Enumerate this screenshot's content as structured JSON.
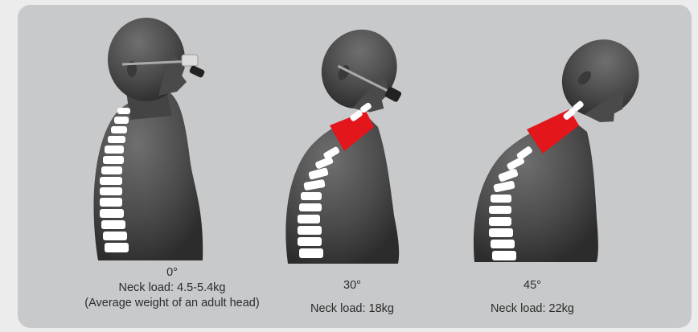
{
  "panels": [
    {
      "angle": "0°",
      "load_text": "Neck load: 4.5-5.4kg",
      "note": "(Average weight of an adult head)",
      "neck_highlight": false,
      "glasses": "raised"
    },
    {
      "angle": "30°",
      "load_text": "Neck load: 18kg",
      "neck_highlight": true,
      "glasses": "worn"
    },
    {
      "angle": "45°",
      "load_text": "Neck load: 22kg",
      "neck_highlight": true,
      "glasses": "none"
    }
  ],
  "colors": {
    "card_background": "#c8c9cb",
    "figure_skin": "#4a4a4a",
    "spine": "#ffffff",
    "neck_strain": "#e3161c",
    "text": "#2b2b2b"
  }
}
